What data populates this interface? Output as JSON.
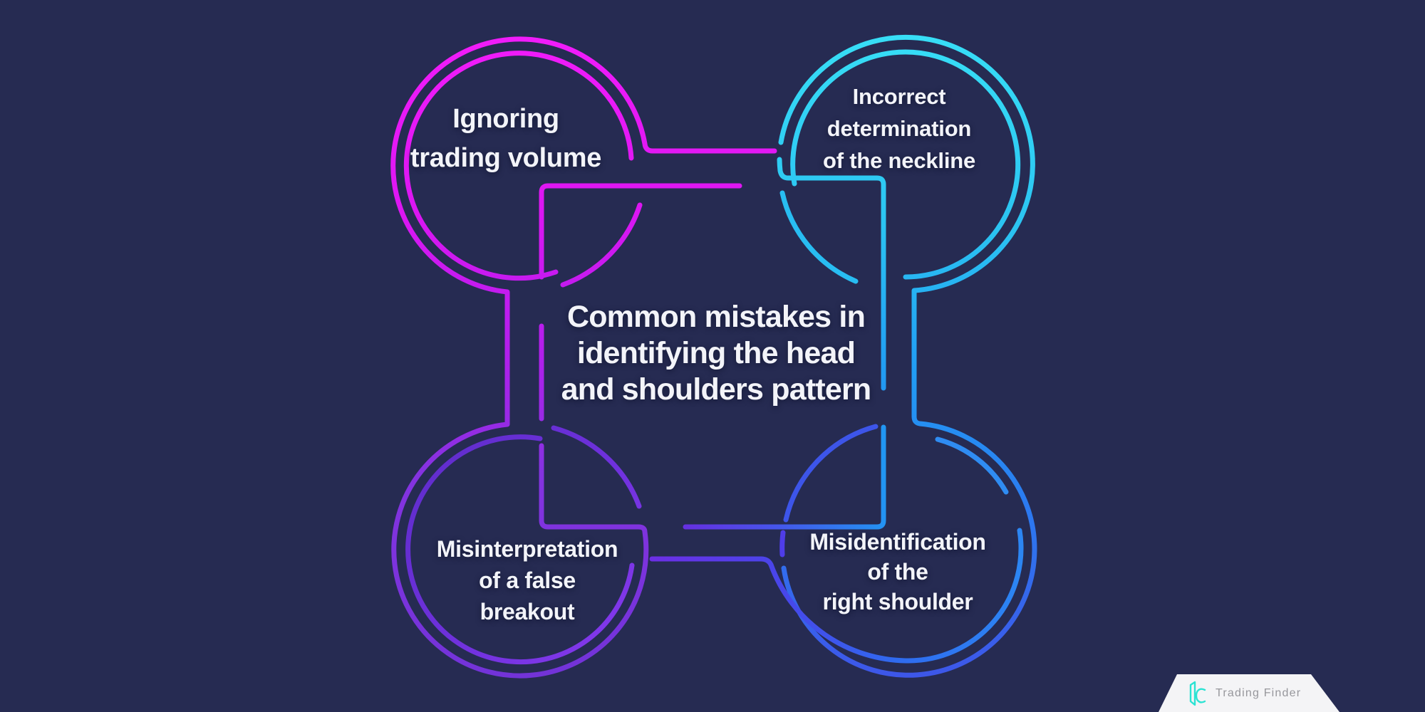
{
  "background_color": "#262B52",
  "text_color": "#F3F4F9",
  "center_title": {
    "lines": [
      "Common mistakes in",
      "identifying the head",
      "and shoulders pattern"
    ]
  },
  "circles": {
    "top_left": {
      "label_lines": [
        "Ignoring",
        "trading volume"
      ],
      "color": "#DB16F2"
    },
    "top_right": {
      "label_lines": [
        "Incorrect",
        "determination",
        "of the neckline"
      ],
      "color": "#2BC4F2"
    },
    "bottom_left": {
      "label_lines": [
        "Misinterpretation",
        "of a false",
        "breakout"
      ],
      "color": "#6F31DC"
    },
    "bottom_right": {
      "label_lines": [
        "Misidentification",
        "of the",
        "right shoulder"
      ],
      "color": "#2B7BF0"
    }
  },
  "brand": {
    "name": "Trading Finder",
    "icon": "trading-finder-logo-icon",
    "icon_color": "#2BE3D3",
    "badge_color": "#F4F4F6",
    "text_color": "#97979C"
  }
}
